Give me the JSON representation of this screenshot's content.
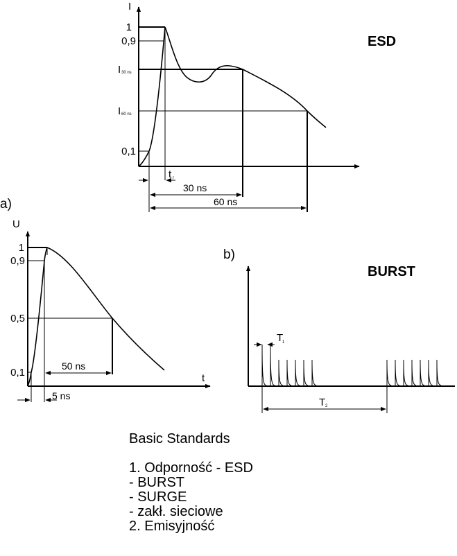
{
  "esd": {
    "title": "ESD",
    "axis_y": "I",
    "tick_1": "1",
    "tick_09": "0,9",
    "tick_i30_main": "I",
    "tick_i30_sub": "30 ns",
    "tick_i60_main": "I",
    "tick_i60_sub": "60 ns",
    "tick_01": "0,1",
    "t_rise_main": "t",
    "t_rise_sub": "r",
    "dim_30": "30 ns",
    "dim_60": "60 ns"
  },
  "surge": {
    "panel": "a)",
    "axis_y": "U",
    "axis_x": "t",
    "tick_1": "1",
    "tick_09": "0,9",
    "tick_05": "0,5",
    "tick_01": "0,1",
    "dim_50": "50 ns",
    "dim_5": "5 ns"
  },
  "burst": {
    "panel": "b)",
    "title": "BURST",
    "t1_main": "T",
    "t1_sub": "1",
    "t2_main": "T",
    "t2_sub": "2"
  },
  "notes": {
    "heading": "Basic Standards",
    "items": [
      "1. Odporność - ESD",
      "- BURST",
      "- SURGE",
      "- zakł. sieciowe",
      "2. Emisyjność"
    ]
  }
}
